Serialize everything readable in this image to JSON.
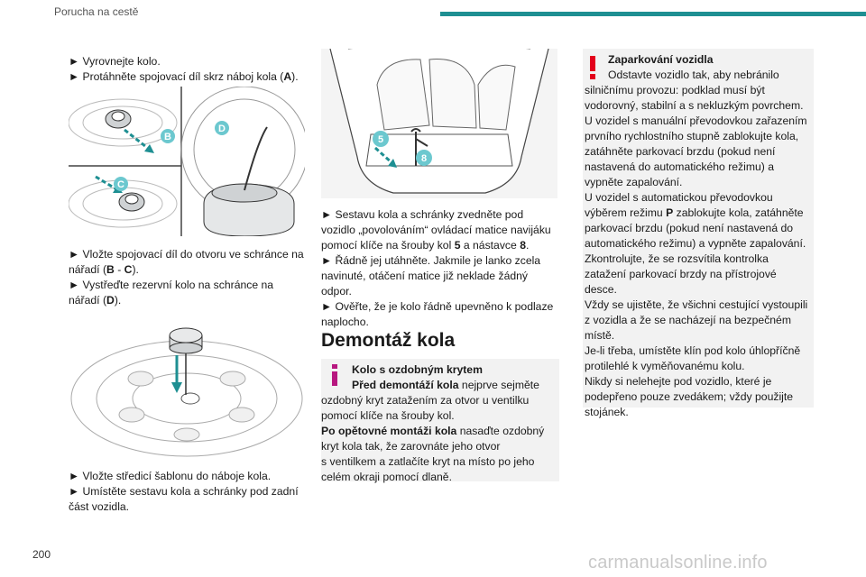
{
  "header": {
    "section_title": "Porucha na cestě"
  },
  "col1": {
    "p1": [
      "► Vyrovnejte kolo.",
      "► Protáhněte spojovací díl skrz náboj kola (",
      "A",
      ")."
    ],
    "fig1_labels": {
      "b": "B",
      "c": "C",
      "d": "D"
    },
    "p2_l1": [
      "► Vložte spojovací díl do otvoru ve schránce na",
      "nářadí (",
      "B",
      " - ",
      "C",
      ")."
    ],
    "p2_l2": [
      "► Vystřeďte rezervní kolo na schránce na",
      "nářadí (",
      "D",
      ")."
    ],
    "p3": [
      "► Vložte středicí šablonu do náboje kola.",
      "► Umístěte sestavu kola a schránky pod zadní",
      "část vozidla."
    ]
  },
  "col2": {
    "fig_labels": {
      "five": "5",
      "eight": "8"
    },
    "p1": [
      "► Sestavu kola a schránky zvedněte pod",
      "vozidlo „povolováním“ ovládací matice navijáku",
      "pomocí klíče na šrouby kol ",
      "5",
      " a nástavce ",
      "8",
      "."
    ],
    "p2": [
      "► Řádně jej utáhněte. Jakmile je lanko zcela",
      "navinuté, otáčení matice již neklade žádný",
      "odpor."
    ],
    "p3": [
      "► Ověřte, že je kolo řádně upevněno k podlaze",
      "naplocho."
    ],
    "heading": "Demontáž kola",
    "note": {
      "title": "Kolo s ozdobným krytem",
      "l1_bold": "Před demontáží kola",
      "l1_rest": " nejprve sejměte",
      "l2": "ozdobný kryt zatažením za otvor u ventilku",
      "l3": "pomocí klíče na šrouby kol.",
      "l4_bold": "Po opětovné montáži kola",
      "l4_rest": " nasaďte ozdobný",
      "l5": "kryt kola tak, že zarovnáte jeho otvor",
      "l6": "s ventilkem a zatlačíte kryt na místo po jeho",
      "l7": "celém okraji pomocí dlaně."
    }
  },
  "col3": {
    "warning": {
      "title": "Zaparkování vozidla",
      "lines": [
        "Odstavte vozidlo tak, aby nebránilo",
        "silničnímu provozu: podklad musí být",
        "vodorovný, stabilní a s nekluzkým povrchem.",
        "U vozidel s manuální převodovkou zařazením",
        "prvního rychlostního stupně zablokujte kola,",
        "zatáhněte parkovací brzdu (pokud není",
        "nastavená do automatického režimu) a",
        "vypněte zapalování."
      ],
      "auto_l1_a": "U vozidel s automatickou převodovkou",
      "auto_l2_a": "výběrem režimu ",
      "auto_l2_b": "P",
      "auto_l2_c": " zablokujte kola, zatáhněte",
      "lines2": [
        "parkovací brzdu (pokud není nastavená do",
        "automatického režimu) a vypněte zapalování.",
        "Zkontrolujte, že se rozsvítila kontrolka",
        "zatažení parkovací brzdy na přístrojové",
        "desce.",
        "Vždy se ujistěte, že všichni cestující vystoupili",
        "z vozidla a že se nacházejí na bezpečném",
        "místě.",
        "Je-li třeba, umístěte klín pod kolo úhlopříčně",
        "protilehlé k vyměňovanému kolu.",
        "Nikdy si nelehejte pod vozidlo, které je",
        "podepřeno pouze zvedákem; vždy použijte",
        "stojánek."
      ]
    }
  },
  "footer": {
    "page_number": "200",
    "watermark": "carmanualsonline.info"
  },
  "colors": {
    "accent": "#1e8f92",
    "callout": "#6cc8cf",
    "warning_red": "#e3001b",
    "info_magenta": "#b7177f",
    "note_bg": "#f2f2f2"
  }
}
